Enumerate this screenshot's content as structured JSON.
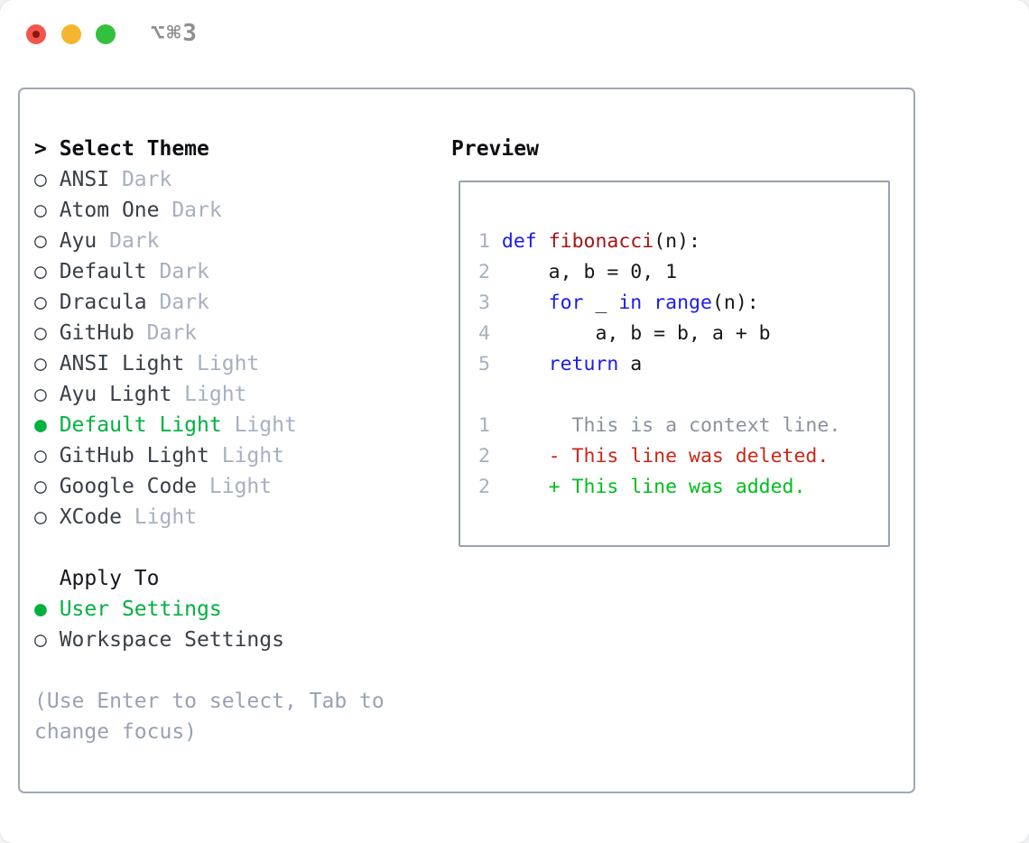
{
  "titlebar": {
    "title": "⌥⌘3"
  },
  "glyphs": {
    "radio_selected": "●",
    "radio_unselected": "○"
  },
  "theme_picker": {
    "header_prefix": "> ",
    "header": "Select Theme",
    "themes": [
      {
        "name": "ANSI",
        "variant": "Dark",
        "selected": false
      },
      {
        "name": "Atom One",
        "variant": "Dark",
        "selected": false
      },
      {
        "name": "Ayu",
        "variant": "Dark",
        "selected": false
      },
      {
        "name": "Default",
        "variant": "Dark",
        "selected": false
      },
      {
        "name": "Dracula",
        "variant": "Dark",
        "selected": false
      },
      {
        "name": "GitHub",
        "variant": "Dark",
        "selected": false
      },
      {
        "name": "ANSI Light",
        "variant": "Light",
        "selected": false
      },
      {
        "name": "Ayu Light",
        "variant": "Light",
        "selected": false
      },
      {
        "name": "Default Light",
        "variant": "Light",
        "selected": true
      },
      {
        "name": "GitHub Light",
        "variant": "Light",
        "selected": false
      },
      {
        "name": "Google Code",
        "variant": "Light",
        "selected": false
      },
      {
        "name": "XCode",
        "variant": "Light",
        "selected": false
      }
    ]
  },
  "apply_to": {
    "header": "Apply To",
    "options": [
      {
        "name": "User Settings",
        "selected": true
      },
      {
        "name": "Workspace Settings",
        "selected": false
      }
    ]
  },
  "hint": "(Use Enter to select, Tab to change focus)",
  "preview": {
    "title": "Preview",
    "lines": [
      [
        {
          "t": "1 ",
          "c": "num"
        },
        {
          "t": "def",
          "c": "kw"
        },
        {
          "t": " ",
          "c": "plain"
        },
        {
          "t": "fibonacci",
          "c": "fn"
        },
        {
          "t": "(n):",
          "c": "plain"
        }
      ],
      [
        {
          "t": "2 ",
          "c": "num"
        },
        {
          "t": "    a, b = 0, 1",
          "c": "plain"
        }
      ],
      [
        {
          "t": "3 ",
          "c": "num"
        },
        {
          "t": "    ",
          "c": "plain"
        },
        {
          "t": "for",
          "c": "kw"
        },
        {
          "t": " _ ",
          "c": "plain"
        },
        {
          "t": "in",
          "c": "kw"
        },
        {
          "t": " ",
          "c": "plain"
        },
        {
          "t": "range",
          "c": "kw"
        },
        {
          "t": "(n):",
          "c": "plain"
        }
      ],
      [
        {
          "t": "4 ",
          "c": "num"
        },
        {
          "t": "        a, b = b, a + b",
          "c": "plain"
        }
      ],
      [
        {
          "t": "5 ",
          "c": "num"
        },
        {
          "t": "    ",
          "c": "plain"
        },
        {
          "t": "return",
          "c": "kw"
        },
        {
          "t": " a",
          "c": "plain"
        }
      ],
      [],
      [
        {
          "t": "1 ",
          "c": "num"
        },
        {
          "t": "      This is a context line.",
          "c": "ctx"
        }
      ],
      [
        {
          "t": "2 ",
          "c": "num"
        },
        {
          "t": "    - This line was deleted.",
          "c": "del"
        }
      ],
      [
        {
          "t": "2 ",
          "c": "num"
        },
        {
          "t": "    + This line was added.",
          "c": "add"
        }
      ]
    ]
  },
  "colors": {
    "selection_green": "#00b140",
    "title_gray": "#8f8f8f",
    "border_gray": "#9aa3ae",
    "traffic_red": "#f2564d",
    "traffic_yellow": "#f5b52e",
    "traffic_green": "#33c13d",
    "code_palette": {
      "num": "#a6b0bd",
      "kw": "#1c1ce8",
      "fn": "#a31515",
      "plain": "#15171a",
      "ctx": "#8b929c",
      "del": "#c9281a",
      "add": "#00bd1f"
    }
  }
}
